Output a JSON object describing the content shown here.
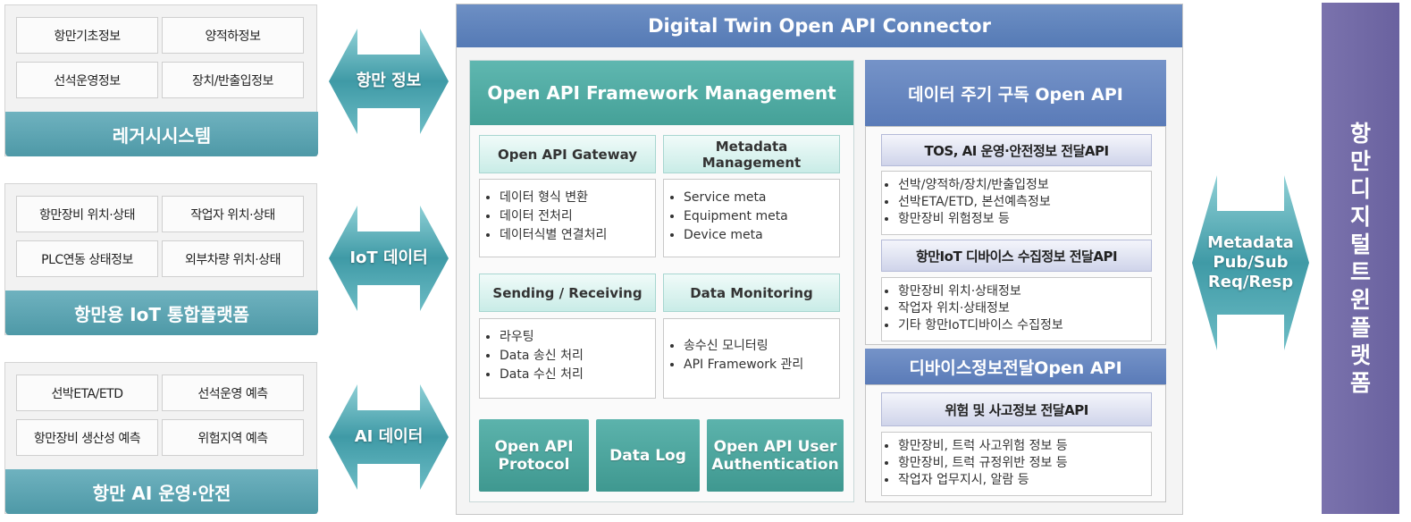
{
  "left": {
    "legacy": {
      "cells": [
        "항만기초정보",
        "양적하정보",
        "선석운영정보",
        "장치/반출입정보"
      ],
      "label": "레거시시스템"
    },
    "iot": {
      "cells": [
        "항만장비 위치·상태",
        "작업자 위치·상태",
        "PLC연동 상태정보",
        "외부차량 위치·상태"
      ],
      "label": "항만용 IoT 통합플랫폼"
    },
    "ai": {
      "cells": [
        "선박ETA/ETD",
        "선석운영 예측",
        "항만장비 생산성 예측",
        "위험지역 예측"
      ],
      "label": "항만 AI 운영·안전"
    }
  },
  "arrows": {
    "port_info": "항만 정보",
    "iot_data": "IoT 데이터",
    "ai_data": "AI 데이터",
    "metadata": [
      "Metadata",
      "Pub/Sub",
      "Req/Resp"
    ]
  },
  "center": {
    "title": "Digital Twin Open API Connector",
    "framework": {
      "title": "Open API Framework Management",
      "gateway": {
        "title": "Open API Gateway",
        "items": [
          "데이터 형식 변환",
          "데이터 전처리",
          "데이터식별 연결처리"
        ]
      },
      "metadata": {
        "title_lines": [
          "Metadata",
          "Management"
        ],
        "items": [
          "Service meta",
          "Equipment meta",
          "Device meta"
        ]
      },
      "sending": {
        "title": "Sending / Receiving",
        "items": [
          "라우팅",
          "Data 송신 처리",
          "Data 수신 처리"
        ]
      },
      "monitoring": {
        "title": "Data Monitoring",
        "items": [
          "송수신 모니터링",
          "API Framework 관리"
        ]
      },
      "buttons": [
        {
          "lines": [
            "Open API",
            "Protocol"
          ]
        },
        {
          "lines": [
            "Data Log"
          ]
        },
        {
          "lines": [
            "Open API User",
            "Authentication"
          ]
        }
      ]
    },
    "subscription": {
      "title": "데이터 주기 구독 Open API",
      "tos": {
        "title": "TOS, AI 운영·안전정보 전달API",
        "items": [
          "선박/양적하/장치/반출입정보",
          "선박ETA/ETD, 본선예측정보",
          "항만장비 위험정보 등"
        ]
      },
      "iot": {
        "title": "항만IoT 디바이스 수집정보 전달API",
        "items": [
          "항만장비 위치·상태정보",
          "작업자 위치·상태정보",
          "기타 항만IoT디바이스 수집정보"
        ]
      }
    },
    "device": {
      "title": "디바이스정보전달Open API",
      "risk": {
        "title": "위험 및 사고정보 전달API",
        "items": [
          "항만장비, 트럭 사고위험 정보 등",
          "항만장비, 트럭 규정위반 정보 등",
          "작업자 업무지시, 알람 등"
        ]
      }
    }
  },
  "platform": {
    "chars": [
      "항",
      "만",
      "디",
      "지",
      "털",
      "트",
      "윈",
      "플",
      "랫",
      "폼"
    ]
  },
  "colors": {
    "teal": "#4fa0a9",
    "blue": "#5f80bb",
    "purple": "#6f67a5"
  }
}
